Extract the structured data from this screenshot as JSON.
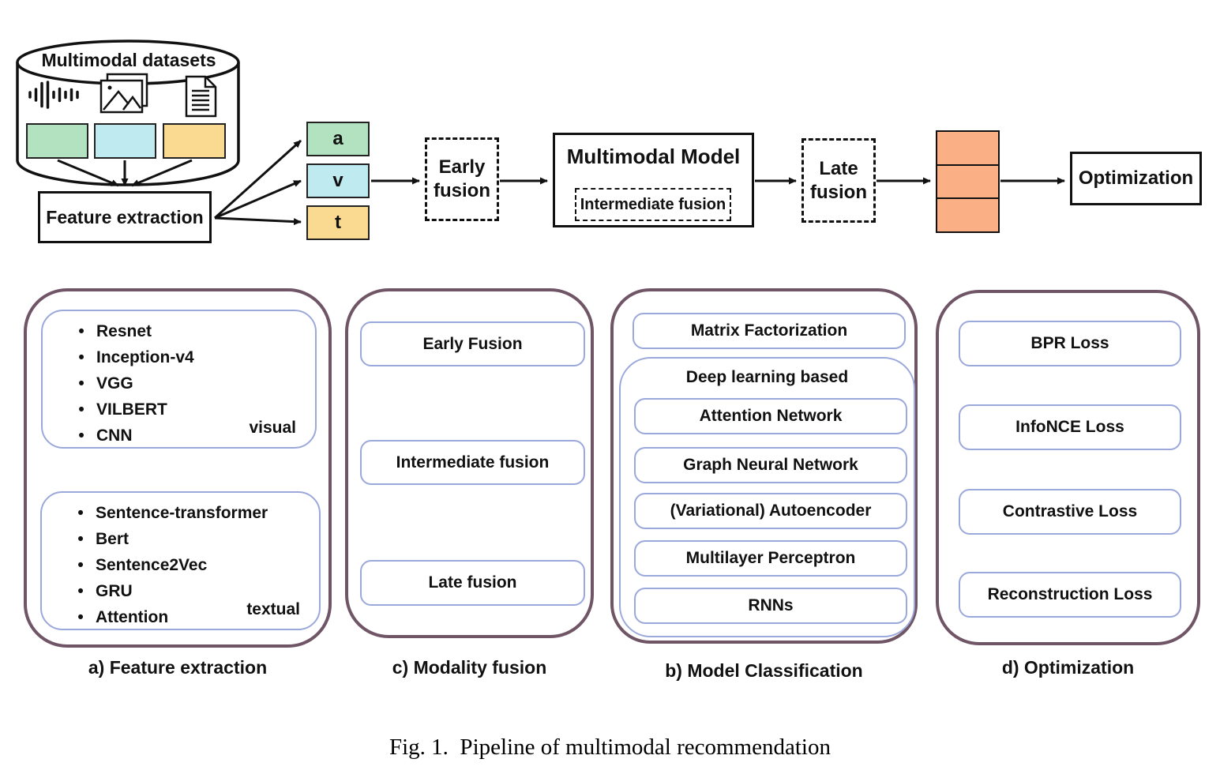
{
  "figure": {
    "caption": "Fig. 1.  Pipeline of multimodal recommendation"
  },
  "colors": {
    "audio_green": "#b2e2c0",
    "visual_cyan": "#bfeaf0",
    "textual_yellow": "#f9da90",
    "embedding_orange": "#fbaf85",
    "panel_border": "#6f5565",
    "inner_border": "#9ba8db"
  },
  "pipeline": {
    "datasets_title": "Multimodal datasets",
    "icons": [
      {
        "name": "audio-waveform-icon"
      },
      {
        "name": "photos-icon"
      },
      {
        "name": "document-icon"
      }
    ],
    "feature_extraction_label": "Feature extraction",
    "tokens": [
      {
        "label": "a"
      },
      {
        "label": "v"
      },
      {
        "label": "t"
      }
    ],
    "early_fusion_label": "Early fusion",
    "multimodal_model_label": "Multimodal Model",
    "intermediate_fusion_label": "Intermediate fusion",
    "late_fusion_label": "Late fusion",
    "optimization_label": "Optimization"
  },
  "panels": {
    "feature_extraction": {
      "caption": "a) Feature extraction",
      "visual": {
        "items": [
          "Resnet",
          "Inception-v4",
          "VGG",
          "VILBERT",
          "CNN"
        ],
        "tag": "visual"
      },
      "textual": {
        "items": [
          "Sentence-transformer",
          "Bert",
          "Sentence2Vec",
          "GRU",
          "Attention"
        ],
        "tag": "textual"
      }
    },
    "modality_fusion": {
      "caption": "c) Modality fusion",
      "items": [
        "Early Fusion",
        "Intermediate fusion",
        "Late fusion"
      ]
    },
    "model_classification": {
      "caption": "b) Model Classification",
      "top_item": "Matrix Factorization",
      "group_title": "Deep learning based",
      "group_items": [
        "Attention Network",
        "Graph Neural Network",
        "(Variational) Autoencoder",
        "Multilayer Perceptron",
        "RNNs"
      ]
    },
    "optimization": {
      "caption": "d) Optimization",
      "items": [
        "BPR Loss",
        "InfoNCE Loss",
        "Contrastive Loss",
        "Reconstruction Loss"
      ]
    }
  }
}
